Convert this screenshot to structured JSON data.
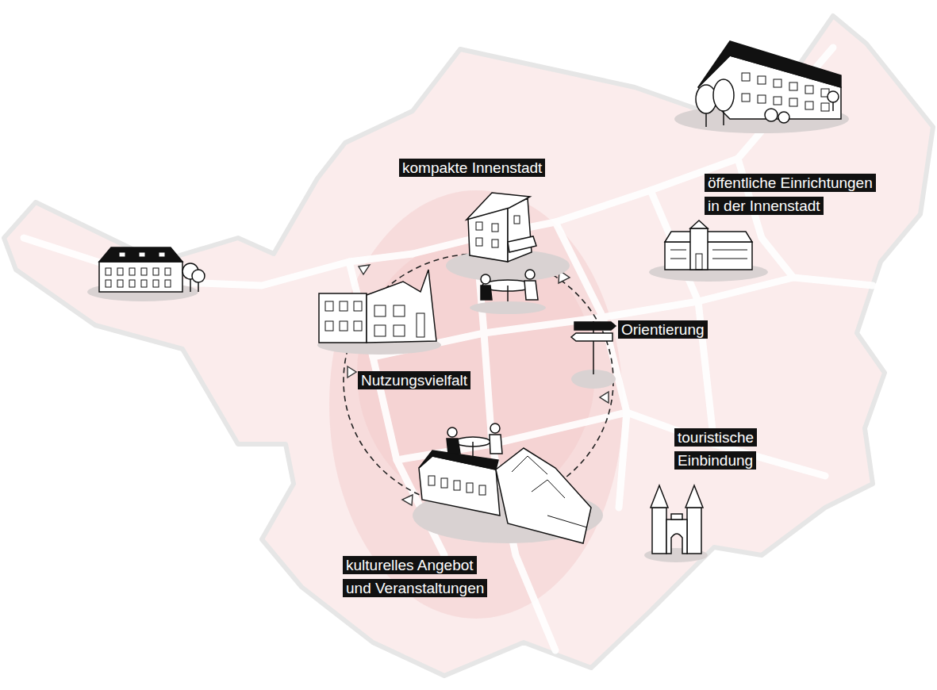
{
  "diagram": {
    "nodes": [
      {
        "text": [
          "kompakte Innenstadt"
        ]
      },
      {
        "text": [
          "öffentliche Einrichtungen in der Innenstadt"
        ]
      },
      {
        "text": [
          "Orientierung"
        ]
      },
      {
        "text": [
          "Nutzungsvielfalt"
        ]
      },
      {
        "text": [
          "touristische Einbindung"
        ]
      },
      {
        "text": [
          "kulturelles Angebot und Veranstaltungen"
        ]
      }
    ]
  }
}
